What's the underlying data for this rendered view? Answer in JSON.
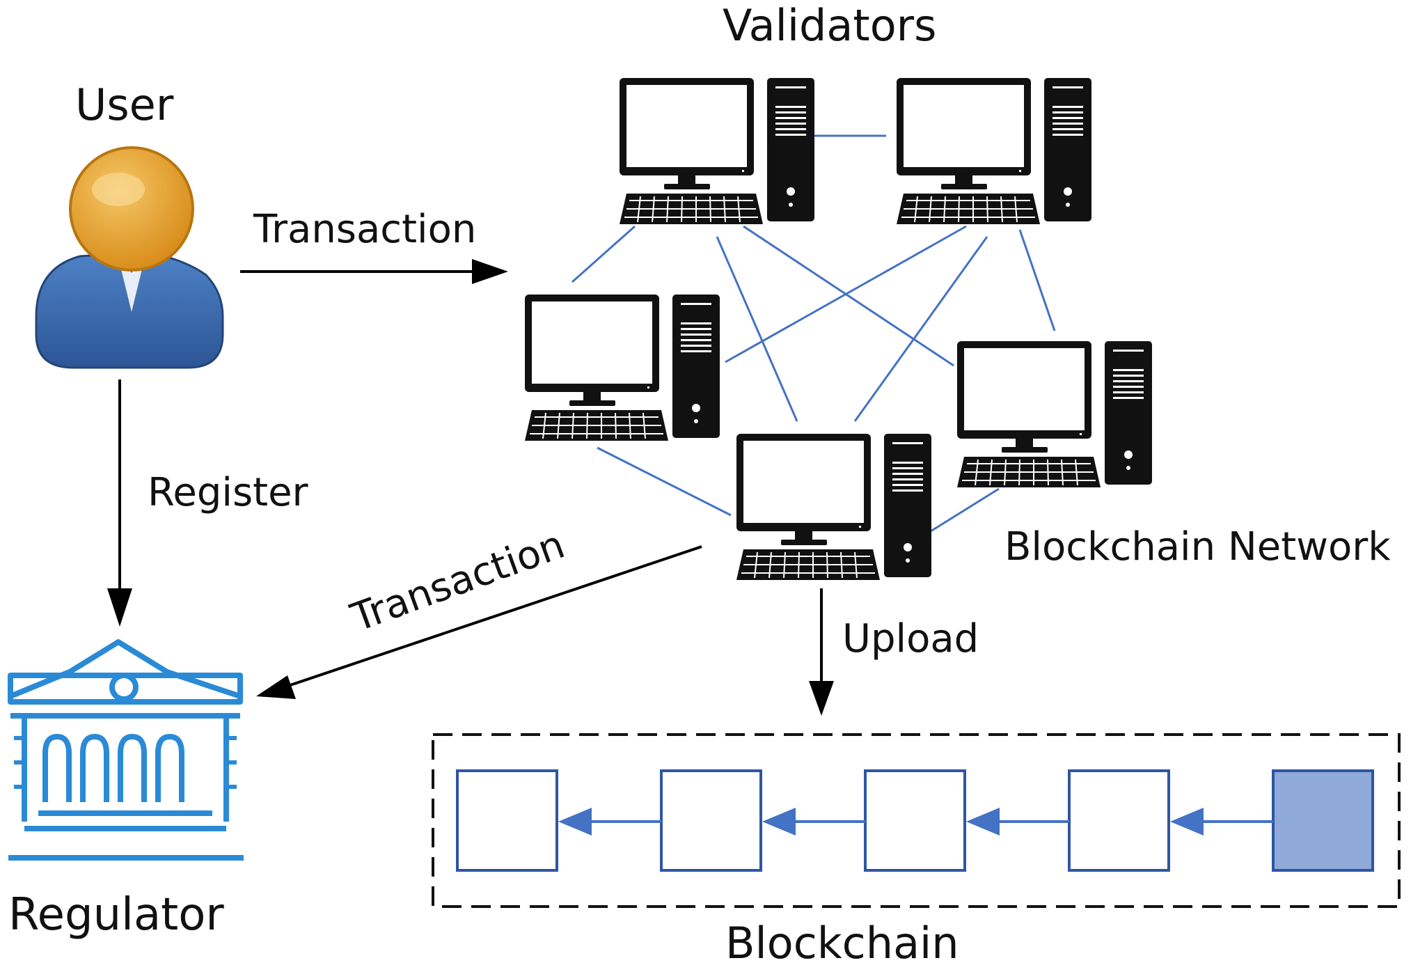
{
  "labels": {
    "validators": "Validators",
    "user": "User",
    "transaction_top": "Transaction",
    "register": "Register",
    "transaction_bottom": "Transaction",
    "blockchain_network": "Blockchain Network",
    "upload": "Upload",
    "regulator": "Regulator",
    "blockchain": "Blockchain"
  },
  "blockchain": {
    "blocks": 5,
    "latest_block_filled": true
  },
  "colors": {
    "network_link": "#4472c4",
    "block_border": "#2f55a4",
    "block_filled": "#8fa9d8",
    "arrow": "#000000",
    "user_head": "#e8a530",
    "user_body": "#3a6cb6",
    "regulator_icon": "#2b8ad6"
  },
  "icons": [
    "user-icon",
    "computer-icon",
    "bank-building-icon",
    "block-icon"
  ]
}
